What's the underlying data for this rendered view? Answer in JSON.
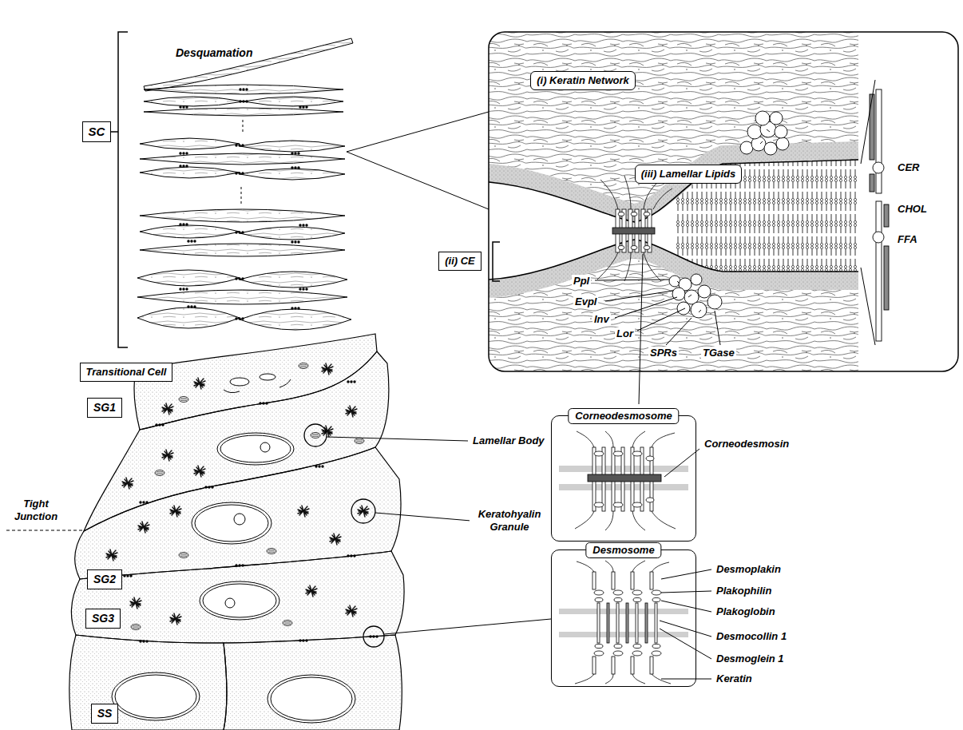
{
  "diagram": {
    "nodes": [
      {
        "text": [
          "SC"
        ]
      },
      {
        "text": [
          "(i) Keratin Network"
        ]
      },
      {
        "text": [
          "(iii) Lamellar Lipids"
        ]
      },
      {
        "text": [
          "(ii) CE"
        ]
      },
      {
        "text": [
          "Transitional Cell"
        ]
      },
      {
        "text": [
          "SG1"
        ]
      },
      {
        "text": [
          "SG2"
        ]
      },
      {
        "text": [
          "SG3"
        ]
      },
      {
        "text": [
          "SS"
        ]
      },
      {
        "text": [
          "Corneodesmosome"
        ]
      },
      {
        "text": [
          "Desmosome"
        ]
      }
    ],
    "labels": [
      "Desquamation",
      "Lamellar Body",
      "Tight Junction",
      "Keratohyalin Granule",
      "CER",
      "CHOL",
      "FFA",
      "Ppl",
      "Evpl",
      "Inv",
      "Lor",
      "SPRs",
      "TGase",
      "Corneodesmosin",
      "Desmoplakin",
      "Plakophilin",
      "Plakoglobin",
      "Desmocollin 1",
      "Desmoglein 1",
      "Keratin"
    ]
  }
}
